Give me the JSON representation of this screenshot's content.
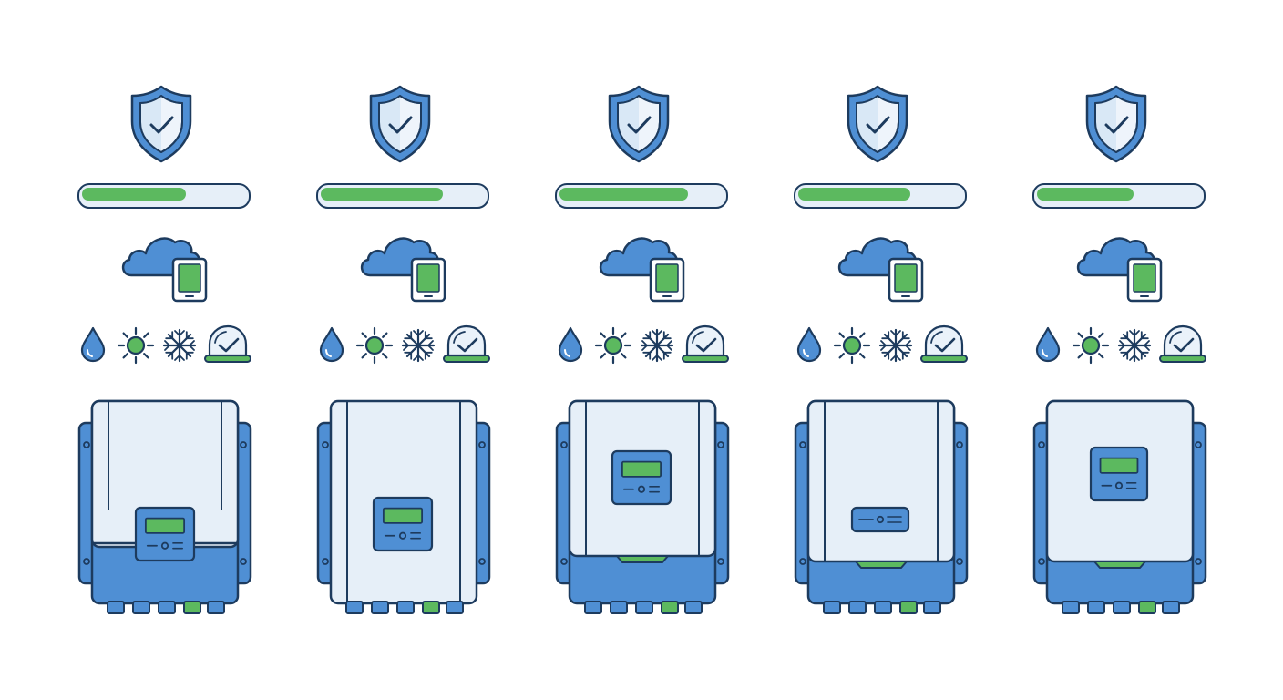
{
  "colors": {
    "outline": "#1d3b5e",
    "blue": "#4f8fd4",
    "light_blue": "#d9e8f6",
    "panel": "#e6eff8",
    "green": "#5cb95f"
  },
  "icons": [
    "shield-check-icon",
    "cloud-icon",
    "tablet-icon",
    "water-drop-icon",
    "sun-icon",
    "snowflake-icon",
    "dome-check-icon",
    "inverter-icon"
  ],
  "variants": [
    {
      "progress": 0.65,
      "inverter": "tall-display-low"
    },
    {
      "progress": 0.76,
      "inverter": "plain-display-mid"
    },
    {
      "progress": 0.8,
      "inverter": "base-display-high"
    },
    {
      "progress": 0.7,
      "inverter": "base-slot-low"
    },
    {
      "progress": 0.6,
      "inverter": "base-display-high-small"
    }
  ]
}
